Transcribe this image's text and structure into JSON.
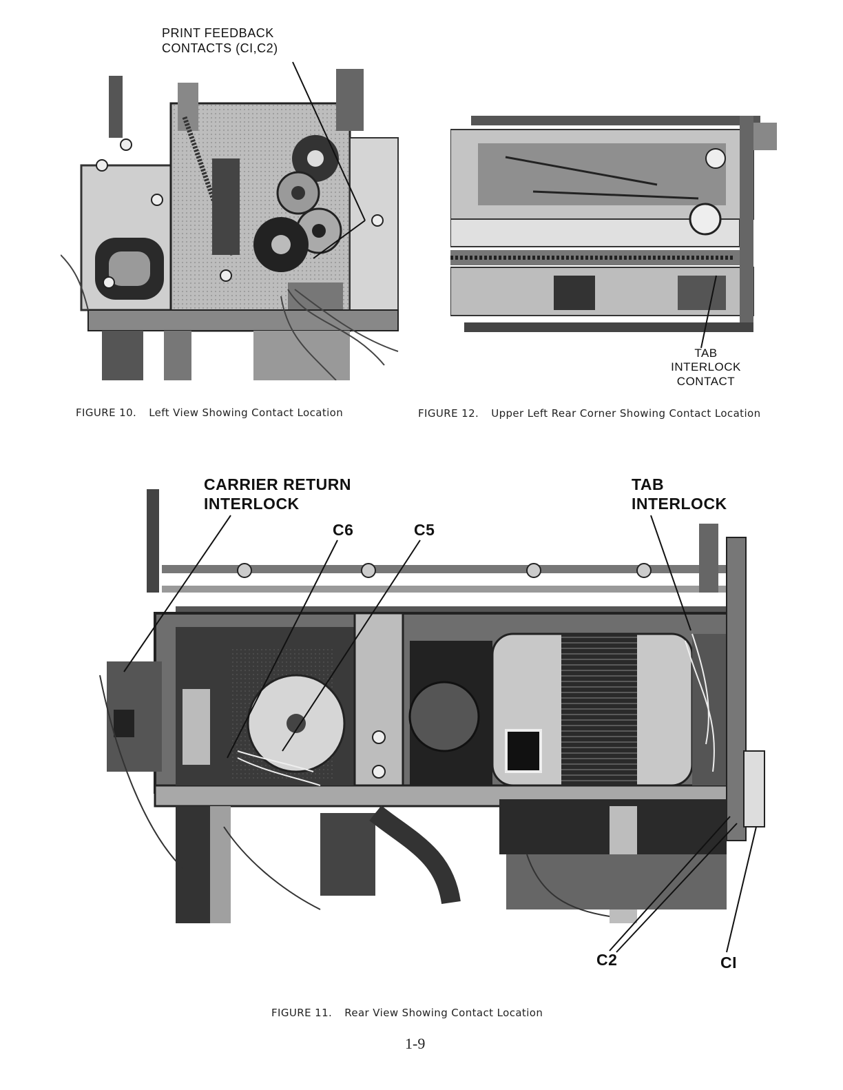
{
  "figures": [
    {
      "id": "fig10",
      "number": "FIGURE 10.",
      "title": "Left View Showing Contact Location",
      "callouts": [
        {
          "label_line1": "PRINT FEEDBACK",
          "label_line2": "CONTACTS (CI,C2)"
        }
      ]
    },
    {
      "id": "fig12",
      "number": "FIGURE 12.",
      "title": "Upper Left Rear Corner Showing Contact Location",
      "callouts": [
        {
          "label_line1": "TAB INTERLOCK",
          "label_line2": "CONTACT"
        }
      ]
    },
    {
      "id": "fig11",
      "number": "FIGURE 11.",
      "title": "Rear View Showing Contact Location",
      "callouts": [
        {
          "label_line1": "CARRIER RETURN",
          "label_line2": "INTERLOCK"
        },
        {
          "label_line1": "C6"
        },
        {
          "label_line1": "C5"
        },
        {
          "label_line1": "TAB",
          "label_line2": "INTERLOCK"
        },
        {
          "label_line1": "C2"
        },
        {
          "label_line1": "CI"
        }
      ]
    }
  ],
  "page_number": "1-9",
  "colors": {
    "ink": "#111111",
    "photo_dark": "#2a2a2a",
    "photo_mid": "#8a8a8a",
    "photo_light": "#d8d8d8"
  }
}
